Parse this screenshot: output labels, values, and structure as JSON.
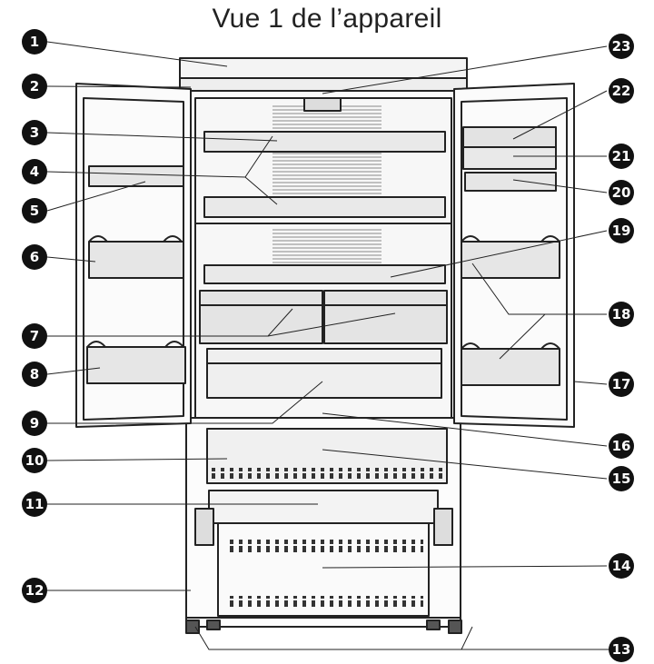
{
  "title": "Vue 1 de l’appareil",
  "callouts": [
    {
      "n": "1"
    },
    {
      "n": "2"
    },
    {
      "n": "3"
    },
    {
      "n": "4"
    },
    {
      "n": "5"
    },
    {
      "n": "6"
    },
    {
      "n": "7"
    },
    {
      "n": "8"
    },
    {
      "n": "9"
    },
    {
      "n": "10"
    },
    {
      "n": "11"
    },
    {
      "n": "12"
    },
    {
      "n": "13"
    },
    {
      "n": "14"
    },
    {
      "n": "15"
    },
    {
      "n": "16"
    },
    {
      "n": "17"
    },
    {
      "n": "18"
    },
    {
      "n": "19"
    },
    {
      "n": "20"
    },
    {
      "n": "21"
    },
    {
      "n": "22"
    },
    {
      "n": "23"
    }
  ],
  "colors": {
    "line": "#222222",
    "shade": "#cfcfcf",
    "badge": "#111111"
  }
}
